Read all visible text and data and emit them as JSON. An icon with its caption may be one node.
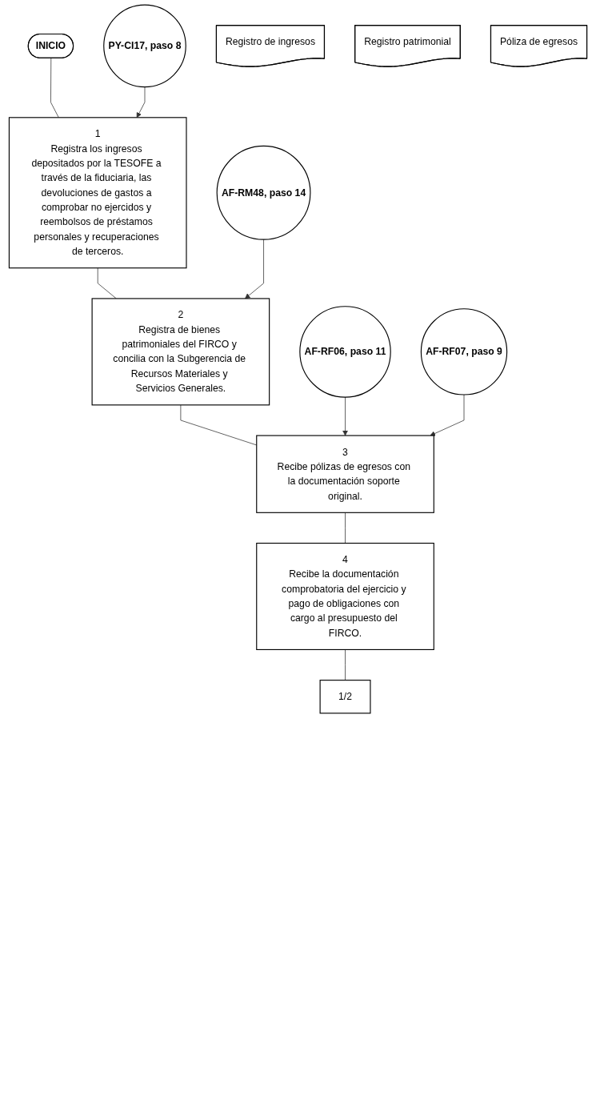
{
  "diagram": {
    "nodes": [
      {
        "text": [
          "INICIO"
        ]
      },
      {
        "text": [
          "PY-CI17, paso 8"
        ]
      },
      {
        "text": [
          "1",
          "Registra los ingresos depositados por la TESOFE a través de la fiduciaria, las devoluciones de gastos a comprobar no ejercidos y reembolsos de préstamos personales y recuperaciones de terceros."
        ]
      },
      {
        "text": [
          "Registro de ingresos"
        ]
      },
      {
        "text": [
          "AF-RM48, paso 14"
        ]
      },
      {
        "text": [
          "2",
          "Registra de bienes patrimoniales del FIRCO y concilia con la Subgerencia de Recursos Materiales y Servicios Generales."
        ]
      },
      {
        "text": [
          "Registro patrimonial"
        ]
      },
      {
        "text": [
          "AF-RF06, paso 11"
        ]
      },
      {
        "text": [
          "3",
          "Recibe pólizas de egresos con la documentación soporte original."
        ]
      },
      {
        "text": [
          "AF-RF07, paso 9"
        ]
      },
      {
        "text": [
          "Póliza de egresos"
        ]
      },
      {
        "text": [
          "4",
          "Recibe la documentación comprobatoria del ejercicio y pago de obligaciones con cargo al presupuesto del FIRCO."
        ]
      },
      {
        "text": [
          "1/2"
        ]
      }
    ],
    "edges": [
      {
        "from": 0,
        "to": 2,
        "arrow": "none"
      },
      {
        "from": 1,
        "to": 2,
        "arrow": "to"
      },
      {
        "from": 2,
        "to": 5,
        "arrow": "none"
      },
      {
        "from": 4,
        "to": 5,
        "arrow": "to"
      },
      {
        "from": 5,
        "to": 8,
        "arrow": "none"
      },
      {
        "from": 7,
        "to": 8,
        "arrow": "to"
      },
      {
        "from": 9,
        "to": 8,
        "arrow": "to"
      },
      {
        "from": 8,
        "to": 11,
        "arrow": "none"
      },
      {
        "from": 11,
        "to": 12,
        "arrow": "none"
      }
    ]
  }
}
